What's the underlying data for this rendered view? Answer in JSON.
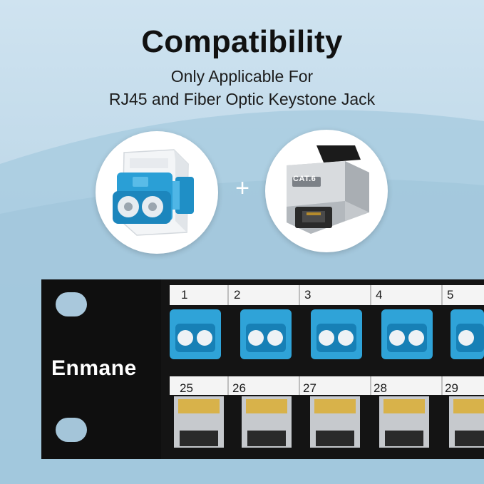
{
  "header": {
    "title": "Compatibility",
    "subtitle_line1": "Only Applicable For",
    "subtitle_line2": "RJ45 and Fiber Optic Keystone Jack"
  },
  "products": {
    "plus_sign": "+",
    "rj45_marking": "CAT.6"
  },
  "panel": {
    "brand": "Enmane",
    "top_row_labels": [
      "1",
      "2",
      "3",
      "4",
      "5"
    ],
    "bottom_row_labels": [
      "25",
      "26",
      "27",
      "28",
      "29"
    ]
  },
  "colors": {
    "background_light": "#bcd8ea",
    "background_dark": "#9ec3da",
    "panel_black": "#111111",
    "fiber_blue": "#2a9fd6",
    "keystone_white": "#f2f4f6",
    "shielded_silver": "#c9ccd0"
  }
}
